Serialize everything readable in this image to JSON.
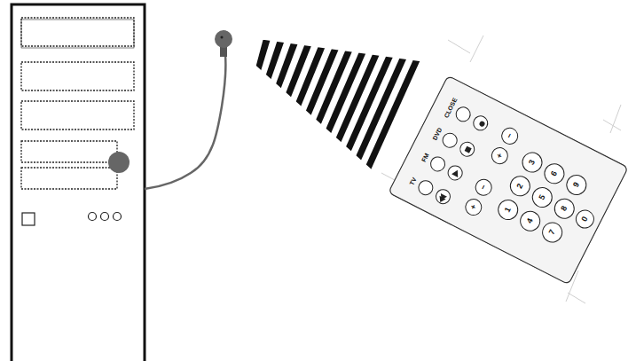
{
  "diagram": {
    "labels": [
      "TV",
      "FM",
      "DVD",
      "CLOSE",
      "1",
      "2",
      "3",
      "4",
      "5",
      "6",
      "7",
      "8",
      "9",
      "0",
      "+",
      "−",
      "+",
      "−"
    ]
  }
}
